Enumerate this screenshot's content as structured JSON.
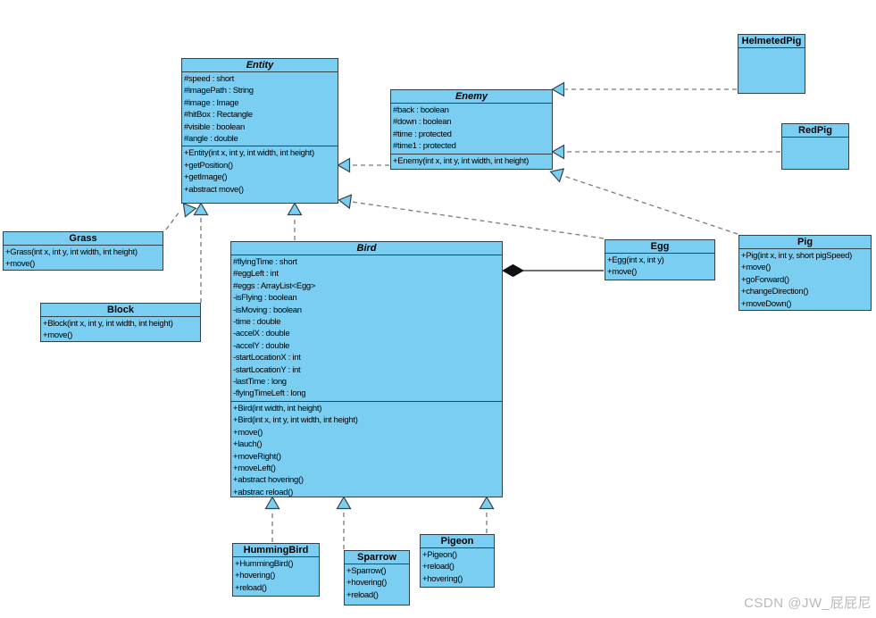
{
  "diagram": {
    "kind": "UML class diagram",
    "watermark": "CSDN @JW_屁屁尼"
  },
  "colors": {
    "class_fill": "#79CEF2",
    "class_border": "#33424A",
    "dashed_edge": "#7a7a7a",
    "solid_edge": "#1c1c1c",
    "composition_diamond": "#111111",
    "watermark_text": "#b9b9b9",
    "background": "#ffffff"
  },
  "classes": {
    "entity": {
      "name": "Entity",
      "abstract": true,
      "attributes": [
        "#speed : short",
        "#imagePath : String",
        "#image : Image",
        "#hitBox : Rectangle",
        "#visible : boolean",
        "#angle : double"
      ],
      "methods": [
        "+Entity(int x, int y, int width, int height)",
        "+getPosition()",
        "+getImage()",
        "+abstract move()"
      ]
    },
    "enemy": {
      "name": "Enemy",
      "abstract": true,
      "attributes": [
        "#back : boolean",
        "#down : boolean",
        "#time : protected",
        "#time1 : protected"
      ],
      "methods": [
        "+Enemy(int x, int y, int width, int height)"
      ]
    },
    "helmetedpig": {
      "name": "HelmetedPig",
      "abstract": false,
      "attributes": [],
      "methods": []
    },
    "redpig": {
      "name": "RedPig",
      "abstract": false,
      "attributes": [],
      "methods": []
    },
    "grass": {
      "name": "Grass",
      "abstract": false,
      "attributes": [],
      "methods": [
        "+Grass(int x, int y, int width, int height)",
        "+move()"
      ]
    },
    "block": {
      "name": "Block",
      "abstract": false,
      "attributes": [],
      "methods": [
        "+Block(int x, int y, int width, int height)",
        "+move()"
      ]
    },
    "bird": {
      "name": "Bird",
      "abstract": true,
      "attributes": [
        "#flyingTime : short",
        "#eggLeft : int",
        "#eggs : ArrayList<Egg>",
        "-isFlying : boolean",
        "-isMoving : boolean",
        "-time : double",
        "-accelX : double",
        "-accelY : double",
        "-startLocationX : int",
        "-startLocationY : int",
        "-lastTime : long",
        "-flyingTimeLeft : long"
      ],
      "methods": [
        "+Bird(int width, int height)",
        "+Bird(int x, int y, int width, int height)",
        "+move()",
        "+lauch()",
        "+moveRight()",
        "+moveLeft()",
        "+abstract hovering()",
        "+abstrac  reload()"
      ]
    },
    "egg": {
      "name": "Egg",
      "abstract": false,
      "attributes": [],
      "methods": [
        "+Egg(int x, int y)",
        "+move()"
      ]
    },
    "pig": {
      "name": "Pig",
      "abstract": false,
      "attributes": [],
      "methods": [
        "+Pig(int x, int y, short pigSpeed)",
        "+move()",
        "+goForward()",
        "+changeDirection()",
        "+moveDown()"
      ]
    },
    "hummingbird": {
      "name": "HummingBird",
      "abstract": false,
      "attributes": [],
      "methods": [
        "+HummingBird()",
        "+hovering()",
        "+reload()"
      ]
    },
    "sparrow": {
      "name": "Sparrow",
      "abstract": false,
      "attributes": [],
      "methods": [
        "+Sparrow()",
        "+hovering()",
        "+reload()"
      ]
    },
    "pigeon": {
      "name": "Pigeon",
      "abstract": false,
      "attributes": [],
      "methods": [
        "+Pigeon()",
        "+reload()",
        "+hovering()"
      ]
    }
  },
  "relationships": [
    {
      "from": "Grass",
      "to": "Entity",
      "type": "generalization",
      "line": "dashed"
    },
    {
      "from": "Block",
      "to": "Entity",
      "type": "generalization",
      "line": "dashed"
    },
    {
      "from": "Bird",
      "to": "Entity",
      "type": "generalization",
      "line": "dashed"
    },
    {
      "from": "Enemy",
      "to": "Entity",
      "type": "generalization",
      "line": "dashed"
    },
    {
      "from": "Egg",
      "to": "Entity",
      "type": "generalization",
      "line": "dashed"
    },
    {
      "from": "HelmetedPig",
      "to": "Enemy",
      "type": "generalization",
      "line": "dashed"
    },
    {
      "from": "RedPig",
      "to": "Enemy",
      "type": "generalization",
      "line": "dashed"
    },
    {
      "from": "Pig",
      "to": "Enemy",
      "type": "generalization",
      "line": "dashed"
    },
    {
      "from": "HummingBird",
      "to": "Bird",
      "type": "generalization",
      "line": "dashed"
    },
    {
      "from": "Sparrow",
      "to": "Bird",
      "type": "generalization",
      "line": "dashed"
    },
    {
      "from": "Pigeon",
      "to": "Bird",
      "type": "generalization",
      "line": "dashed"
    },
    {
      "from": "Bird",
      "to": "Egg",
      "type": "composition",
      "line": "solid"
    }
  ]
}
